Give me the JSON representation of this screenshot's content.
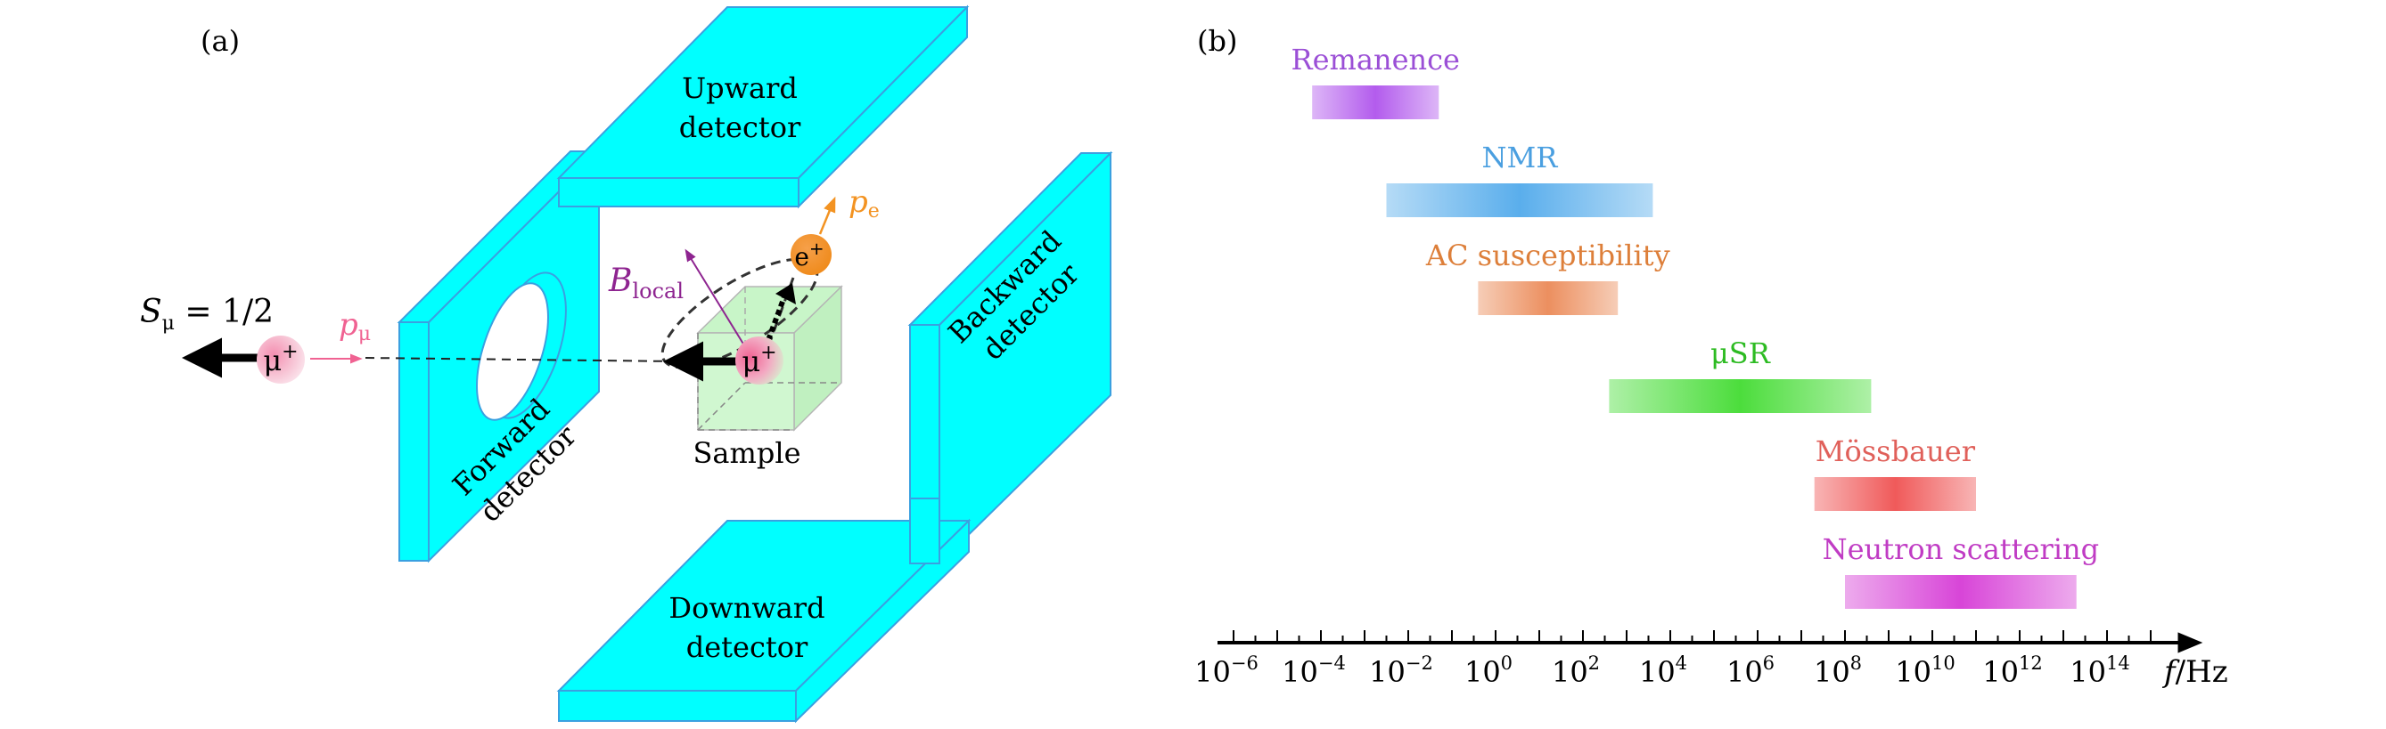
{
  "panel_a": {
    "label": "(a)",
    "detectors": {
      "upward": [
        "Upward",
        "detector"
      ],
      "downward": [
        "Downward",
        "detector"
      ],
      "forward": [
        "Forward",
        "detector"
      ],
      "backward": [
        "Backward",
        "detector"
      ]
    },
    "sample_label": "Sample",
    "spin_label": {
      "base": "S",
      "sub": "μ",
      "rest": " = 1/2"
    },
    "muon_momentum_label": {
      "base": "p",
      "sub": "μ"
    },
    "positron_momentum_label": {
      "base": "p",
      "sub": "e"
    },
    "field_label": {
      "base": "B",
      "sub": "local"
    },
    "muon_particle": {
      "base": "μ",
      "sup": "+"
    },
    "positron_particle": {
      "base": "e",
      "sup": "+"
    },
    "colors": {
      "detector": "#00ffff",
      "detector_edge": "#3aa0e0",
      "muon": "#f06292",
      "positron": "#f39322",
      "field": "#8e2490",
      "sample": "#c8f5c8"
    }
  },
  "panel_b": {
    "label": "(b)"
  },
  "chart_data": {
    "type": "bar",
    "orientation": "horizontal-range",
    "title": "",
    "xlabel": "f/Hz",
    "xscale": "log10",
    "xlim_log10": [
      -6.4,
      15.8
    ],
    "x_tick_labels": [
      {
        "exp": -6,
        "text": "10",
        "sup": "−6"
      },
      {
        "exp": -4,
        "text": "10",
        "sup": "−4"
      },
      {
        "exp": -2,
        "text": "10",
        "sup": "−2"
      },
      {
        "exp": 0,
        "text": "10",
        "sup": "0"
      },
      {
        "exp": 2,
        "text": "10",
        "sup": "2"
      },
      {
        "exp": 4,
        "text": "10",
        "sup": "4"
      },
      {
        "exp": 6,
        "text": "10",
        "sup": "6"
      },
      {
        "exp": 8,
        "text": "10",
        "sup": "8"
      },
      {
        "exp": 10,
        "text": "10",
        "sup": "10"
      },
      {
        "exp": 12,
        "text": "10",
        "sup": "12"
      },
      {
        "exp": 14,
        "text": "10",
        "sup": "14"
      }
    ],
    "major_ticks_log10": [
      -6,
      -5,
      -4,
      -3,
      -2,
      -1,
      0,
      1,
      2,
      3,
      4,
      5,
      6,
      7,
      8,
      9,
      10,
      11,
      12,
      13,
      14,
      15
    ],
    "minor_ticks": "half-decade",
    "series": [
      {
        "name": "Remanence",
        "range_log10": [
          -4.2,
          -1.3
        ],
        "color": "#b35ced",
        "label_color": "#9b4fd6"
      },
      {
        "name": "NMR",
        "range_log10": [
          -2.5,
          3.6
        ],
        "color": "#5aaeec",
        "label_color": "#4a9fe0"
      },
      {
        "name": "AC susceptibility",
        "range_log10": [
          -0.4,
          2.8
        ],
        "color": "#ec8f5f",
        "label_color": "#dd7f3a"
      },
      {
        "name": "μSR",
        "range_log10": [
          2.6,
          8.6
        ],
        "color": "#4cdd3c",
        "label_color": "#2dbb22"
      },
      {
        "name": "Mössbauer",
        "range_log10": [
          7.3,
          11.0
        ],
        "color": "#f05a5a",
        "label_color": "#e0605a"
      },
      {
        "name": "Neutron scattering",
        "range_log10": [
          8.0,
          13.3
        ],
        "color": "#d845d8",
        "label_color": "#c03cc4"
      }
    ],
    "grid": false,
    "legend": "none"
  }
}
